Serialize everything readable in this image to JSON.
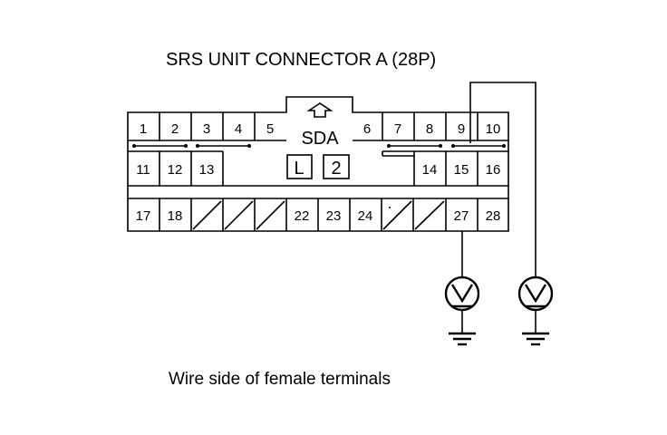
{
  "title": "SRS UNIT CONNECTOR A (28P)",
  "caption": "Wire side of female terminals",
  "connector": {
    "key_label": "SDA",
    "key_arrow_icon": "up-arrow-icon",
    "box_left": "L",
    "box_right": "2",
    "pins": [
      {
        "id": "1",
        "label": "1"
      },
      {
        "id": "2",
        "label": "2"
      },
      {
        "id": "3",
        "label": "3"
      },
      {
        "id": "4",
        "label": "4"
      },
      {
        "id": "5",
        "label": "5"
      },
      {
        "id": "6",
        "label": "6"
      },
      {
        "id": "7",
        "label": "7"
      },
      {
        "id": "8",
        "label": "8"
      },
      {
        "id": "9",
        "label": "9"
      },
      {
        "id": "10",
        "label": "10"
      },
      {
        "id": "11",
        "label": "11"
      },
      {
        "id": "12",
        "label": "12"
      },
      {
        "id": "13",
        "label": "13"
      },
      {
        "id": "14",
        "label": "14"
      },
      {
        "id": "15",
        "label": "15"
      },
      {
        "id": "16",
        "label": "16"
      },
      {
        "id": "17",
        "label": "17"
      },
      {
        "id": "18",
        "label": "18"
      },
      {
        "id": "22",
        "label": "22"
      },
      {
        "id": "23",
        "label": "23"
      },
      {
        "id": "24",
        "label": "24"
      },
      {
        "id": "27",
        "label": "27"
      },
      {
        "id": "28",
        "label": "28"
      }
    ]
  },
  "meters": [
    {
      "icon": "voltmeter-icon",
      "symbol": "V",
      "ground_icon": "ground-icon"
    },
    {
      "icon": "voltmeter-icon",
      "symbol": "V",
      "ground_icon": "ground-icon"
    }
  ]
}
